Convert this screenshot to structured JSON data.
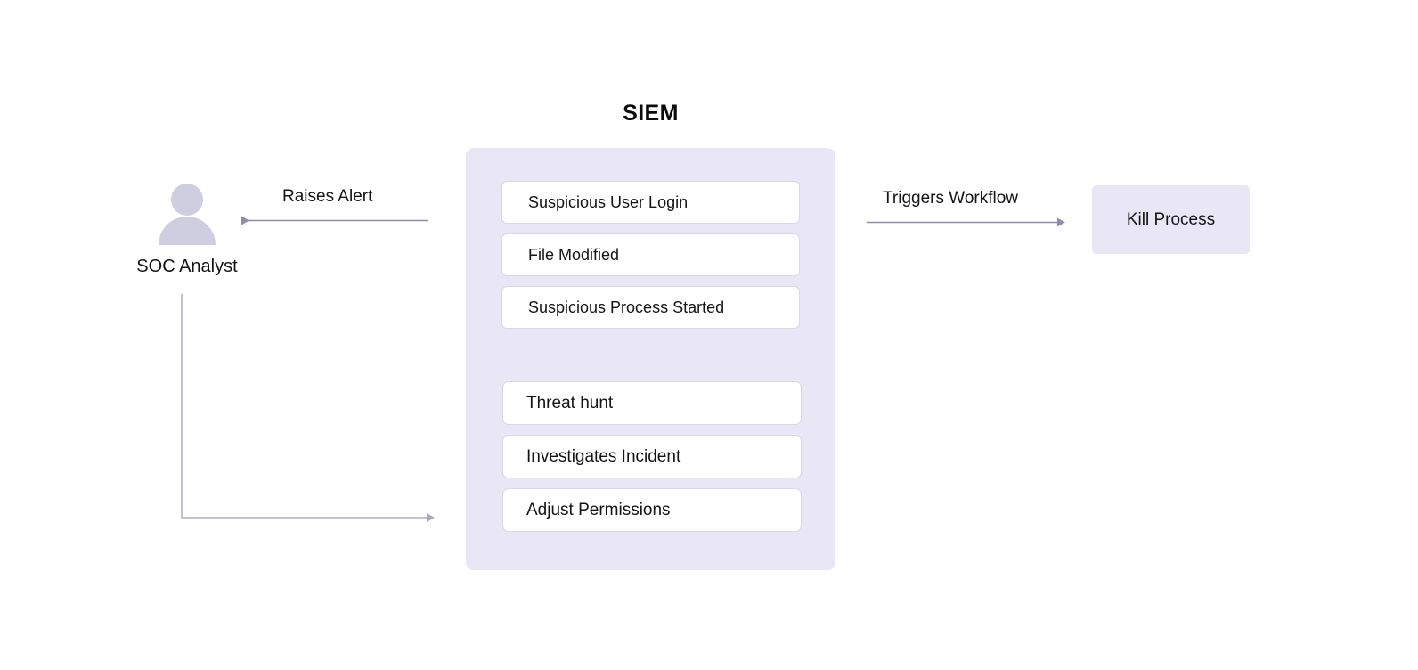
{
  "diagram": {
    "title": "SIEM",
    "container": {
      "label": "SIEM",
      "background_color": "#e9e7f5"
    },
    "actor": {
      "name": "SOC Analyst",
      "avatar_icon": "person-icon",
      "avatar_color": "#cfcde0"
    },
    "alert_items": [
      {
        "label": "Suspicious User Login"
      },
      {
        "label": "File Modified"
      },
      {
        "label": "Suspicious Process Started"
      }
    ],
    "action_items": [
      {
        "label": "Threat hunt"
      },
      {
        "label": "Investigates Incident"
      },
      {
        "label": "Adjust Permissions"
      }
    ],
    "response_node": {
      "label": "Kill Process",
      "background_color": "#e9e7f5"
    },
    "edges": [
      {
        "id": "raises-alert",
        "label": "Raises Alert",
        "direction": "left",
        "from": "SIEM",
        "to": "SOC Analyst",
        "color": "#8f8cad"
      },
      {
        "id": "triggers-workflow",
        "label": "Triggers Workflow",
        "direction": "right",
        "from": "SIEM",
        "to": "Kill Process",
        "color": "#8f8cad"
      },
      {
        "id": "analyst-to-siem",
        "label": "",
        "direction": "right",
        "from": "SOC Analyst",
        "to": "SIEM",
        "color": "#bcb9d1"
      }
    ],
    "colors": {
      "page_background": "#ffffff",
      "panel": "#e9e7f5",
      "box_fill": "#ffffff",
      "box_border": "#d9d6ea",
      "text": "#141414",
      "arrow": "#8f8cad",
      "arrow_light": "#bcb9d1"
    }
  }
}
